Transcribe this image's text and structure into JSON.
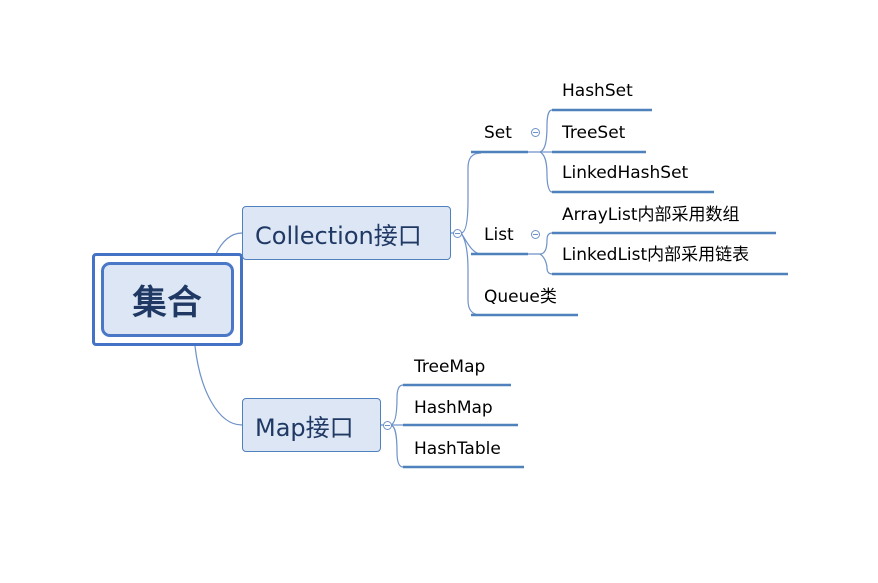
{
  "mindmap": {
    "root": {
      "label": "集合"
    },
    "collection": {
      "label": "Collection接口",
      "set": {
        "label": "Set",
        "children": [
          "HashSet",
          "TreeSet",
          "LinkedHashSet"
        ]
      },
      "list": {
        "label": "List",
        "children": [
          "ArrayList内部采用数组",
          "LinkedList内部采用链表"
        ]
      },
      "queue": {
        "label": "Queue类"
      }
    },
    "map": {
      "label": "Map接口",
      "children": [
        "TreeMap",
        "HashMap",
        "HashTable"
      ]
    }
  },
  "colors": {
    "connector": "#6e91c8",
    "underline": "#4f81bd",
    "topic_fill": "#dce6f4",
    "topic_border": "#4f81bd",
    "root_border": "#4472c4",
    "text_dark": "#1f3864"
  }
}
